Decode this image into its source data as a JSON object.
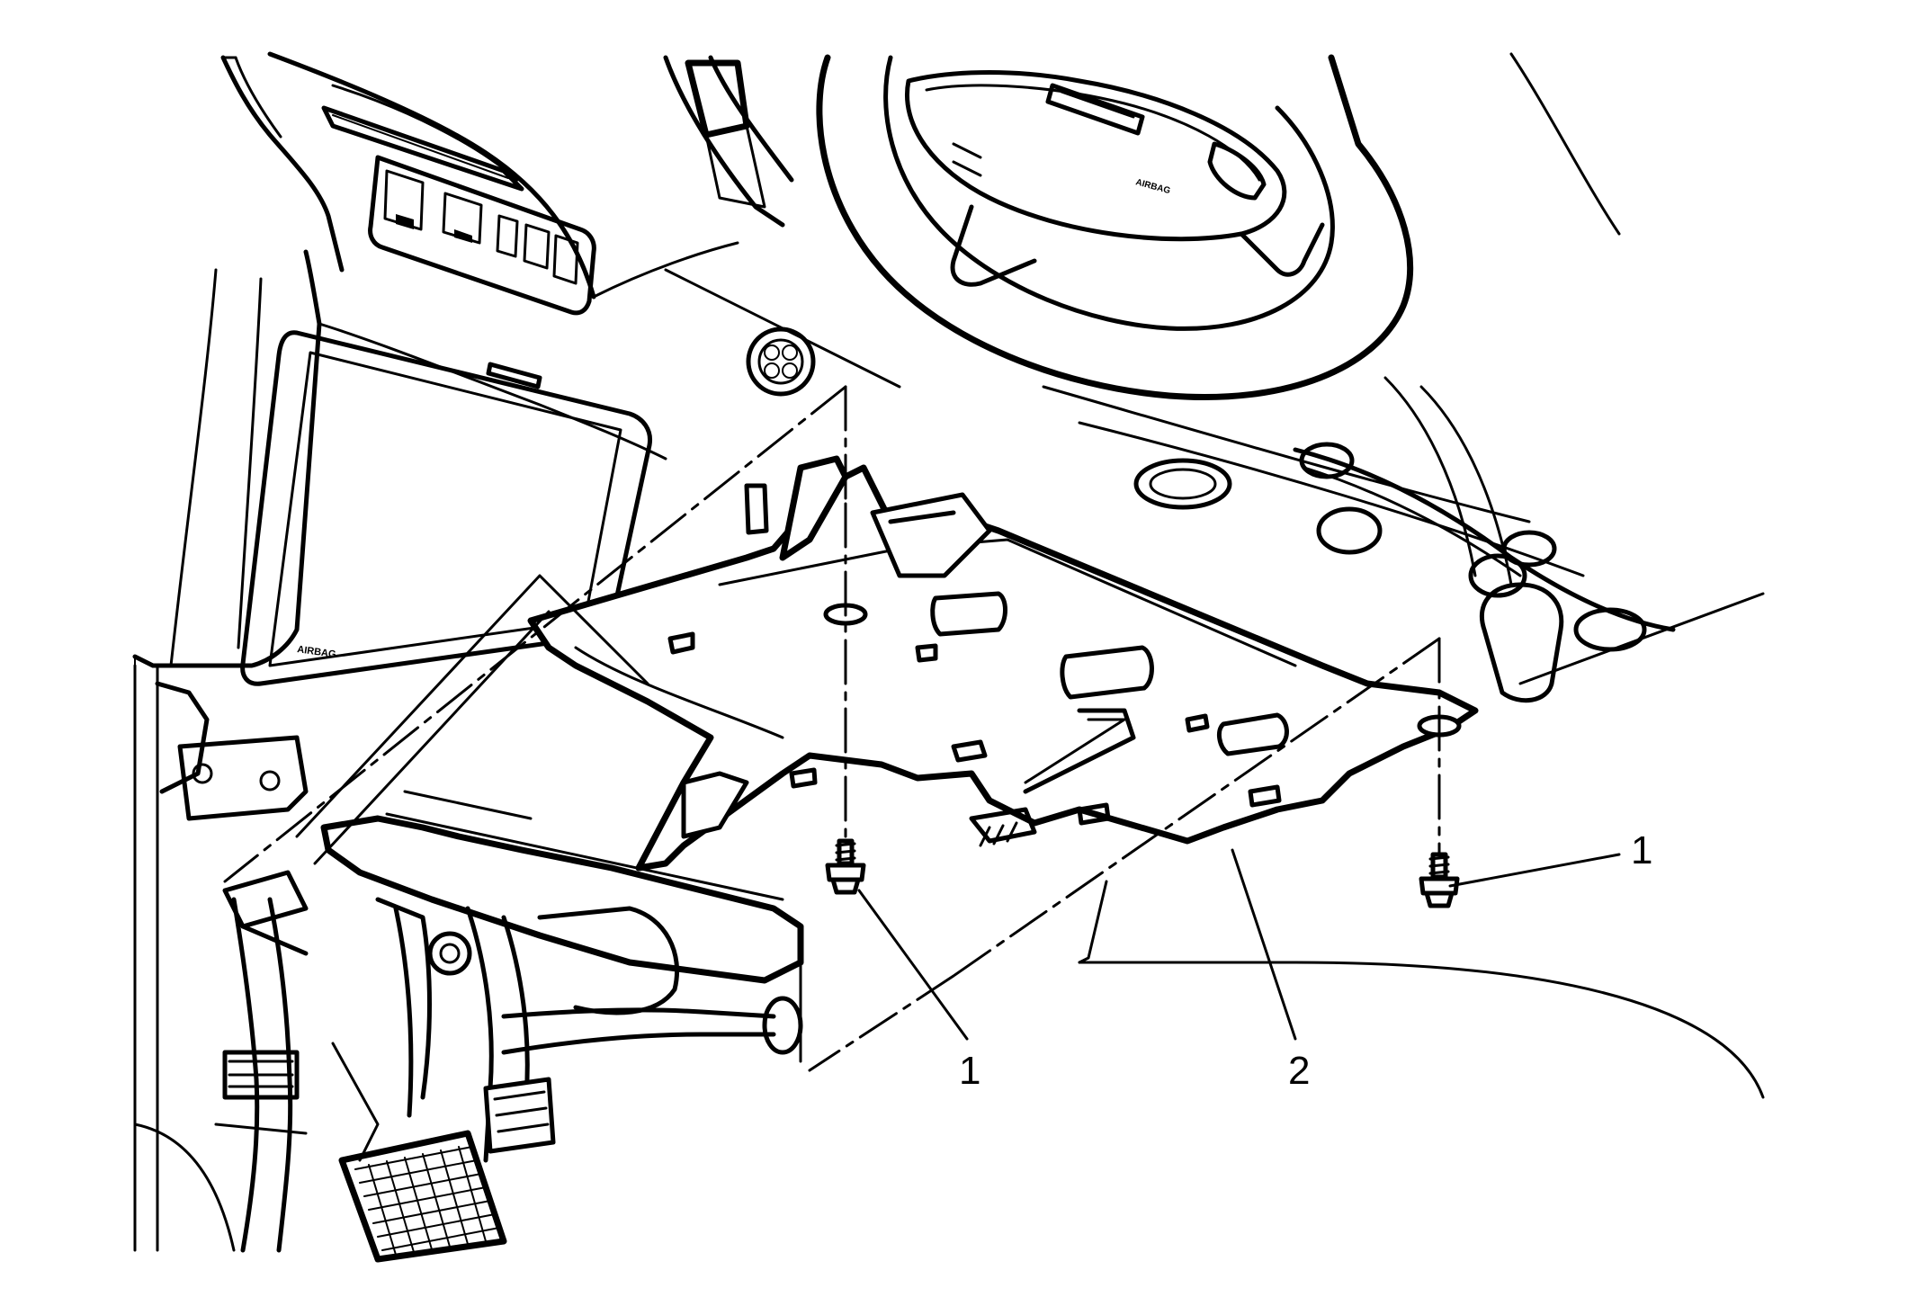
{
  "diagram": {
    "callouts": [
      {
        "id": "bolt-right",
        "label": "1"
      },
      {
        "id": "bolt-left",
        "label": "1"
      },
      {
        "id": "panel",
        "label": "2"
      }
    ],
    "embossed_text": [
      "AIRBAG",
      "AIRBAG"
    ]
  }
}
